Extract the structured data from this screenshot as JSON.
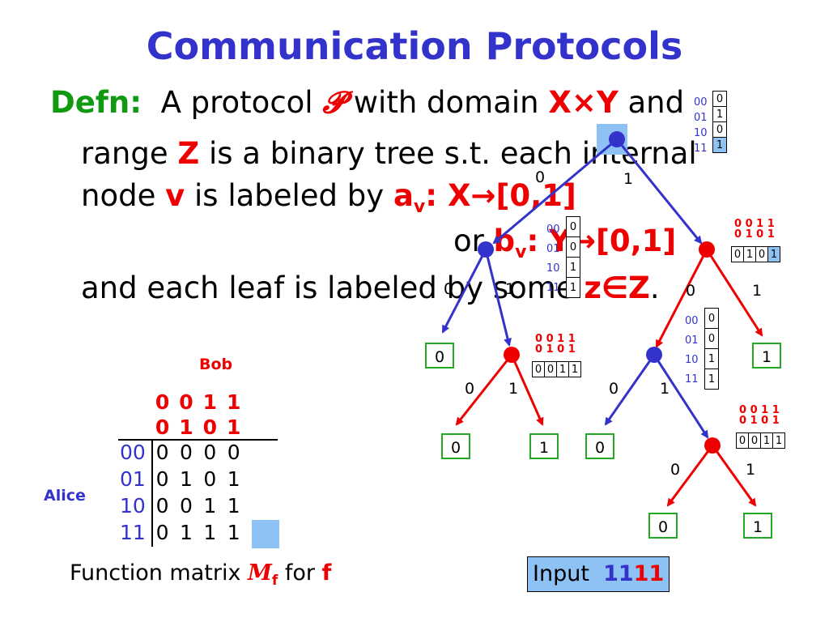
{
  "title": "Communication Protocols",
  "defn": {
    "label": "Defn:",
    "l1_pre": "A protocol ",
    "l1_sym": "𝓟",
    "l1_mid": " with domain ",
    "l1_X": "X",
    "l1_times": "×",
    "l1_Y": "Y",
    "l1_post": " and",
    "l2_pre": "range ",
    "l2_Z": "Z",
    "l2_post": " is a binary tree s.t. each internal",
    "l3_pre": "node ",
    "l3_v": "v",
    "l3_mid": " is labeled by ",
    "l3_a": "a",
    "l3_asub": "v",
    "l3_post": ": X→[0,1]",
    "l4_or": "or ",
    "l4_b": "b",
    "l4_bsub": "v",
    "l4_post": ": Y→[0,1]",
    "l5_pre": "and each leaf is labeled by some ",
    "l5_z": "z",
    "l5_in": "∈",
    "l5_Z": "Z",
    "l5_dot": "."
  },
  "matrix": {
    "bob": "Bob",
    "alice": "Alice",
    "col_top": [
      "0",
      "0",
      "1",
      "1"
    ],
    "col_bot": [
      "0",
      "1",
      "0",
      "1"
    ],
    "rows": [
      {
        "label": "00",
        "cells": [
          "0",
          "0",
          "0",
          "0"
        ]
      },
      {
        "label": "01",
        "cells": [
          "0",
          "1",
          "0",
          "1"
        ]
      },
      {
        "label": "10",
        "cells": [
          "0",
          "0",
          "1",
          "1"
        ]
      },
      {
        "label": "11",
        "cells": [
          "0",
          "1",
          "1",
          "1"
        ]
      }
    ],
    "highlight": "row 11, col 11"
  },
  "caption": {
    "pre": "Function matrix ",
    "M": "M",
    "Msub": "f",
    "mid": " for ",
    "f": "f"
  },
  "input": {
    "label": "Input",
    "bits_blue": "11",
    "bits_red": "11"
  },
  "tree": {
    "colors": {
      "alice": "#3333cc",
      "bob": "#ee0000",
      "leaf_border": "#22aa22",
      "highlight": "#8ec2f5"
    },
    "edge_labels": {
      "root_l": "0",
      "root_r": "1",
      "A_l": "0",
      "A_r": "1",
      "B_l": "0",
      "B_r": "1",
      "C_l": "0",
      "C_r": "1",
      "D_l": "0",
      "D_r": "1",
      "E_l": "0",
      "E_r": "1"
    },
    "leaves": {
      "l1": "0",
      "l2": "0",
      "l3": "1",
      "l4": "1",
      "l5": "0",
      "l6": "0",
      "l7": "1"
    },
    "row_labels": [
      "00",
      "01",
      "10",
      "11"
    ],
    "alice_root_vals": [
      "0",
      "1",
      "0",
      "1"
    ],
    "alice_A_vals": [
      "0",
      "0",
      "1",
      "1"
    ],
    "alice_D_vals": [
      "0",
      "0",
      "1",
      "1"
    ],
    "bob_header_top": [
      "0",
      "0",
      "1",
      "1"
    ],
    "bob_header_bot": [
      "0",
      "1",
      "0",
      "1"
    ],
    "bob_B_vals": [
      "0",
      "1",
      "0",
      "1"
    ],
    "bob_C_vals": [
      "0",
      "0",
      "1",
      "1"
    ],
    "bob_E_vals": [
      "0",
      "0",
      "1",
      "1"
    ]
  }
}
